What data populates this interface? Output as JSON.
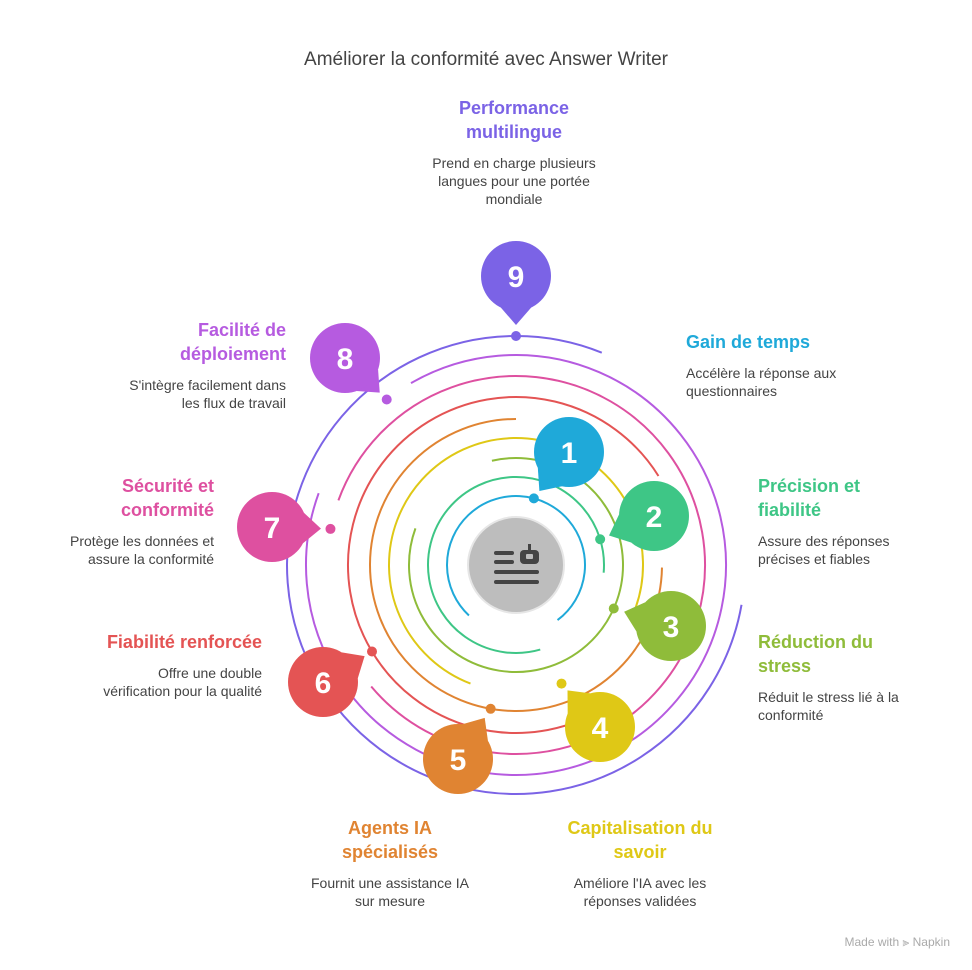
{
  "title": "Améliorer la conformité avec Answer Writer",
  "center_icon": "robot-writer-icon",
  "items": [
    {
      "number": "1",
      "title": "Gain de temps",
      "description": "Accélère la réponse aux questionnaires",
      "color": "#1fa9d9"
    },
    {
      "number": "2",
      "title": "Précision et fiabilité",
      "description": "Assure des réponses précises et fiables",
      "color": "#3ec686"
    },
    {
      "number": "3",
      "title": "Réduction du stress",
      "description": "Réduit le stress lié à la conformité",
      "color": "#8fbc3a"
    },
    {
      "number": "4",
      "title": "Capitalisation du savoir",
      "description": "Améliore l'IA avec les réponses validées",
      "color": "#dfc816"
    },
    {
      "number": "5",
      "title": "Agents IA spécialisés",
      "description": "Fournit une assistance IA sur mesure",
      "color": "#e08432"
    },
    {
      "number": "6",
      "title": "Fiabilité renforcée",
      "description": "Offre une double vérification pour la qualité",
      "color": "#e45454"
    },
    {
      "number": "7",
      "title": "Sécurité et conformité",
      "description": "Protège les données et assure la conformité",
      "color": "#de50a0"
    },
    {
      "number": "8",
      "title": "Facilité de déploiement",
      "description": "S'intègre facilement dans les flux de travail",
      "color": "#b65be0"
    },
    {
      "number": "9",
      "title": "Performance multilingue",
      "description": "Prend en charge plusieurs langues pour une portée mondiale",
      "color": "#7b63e6"
    }
  ],
  "footer": {
    "made_with": "Made with",
    "brand": "Napkin"
  }
}
